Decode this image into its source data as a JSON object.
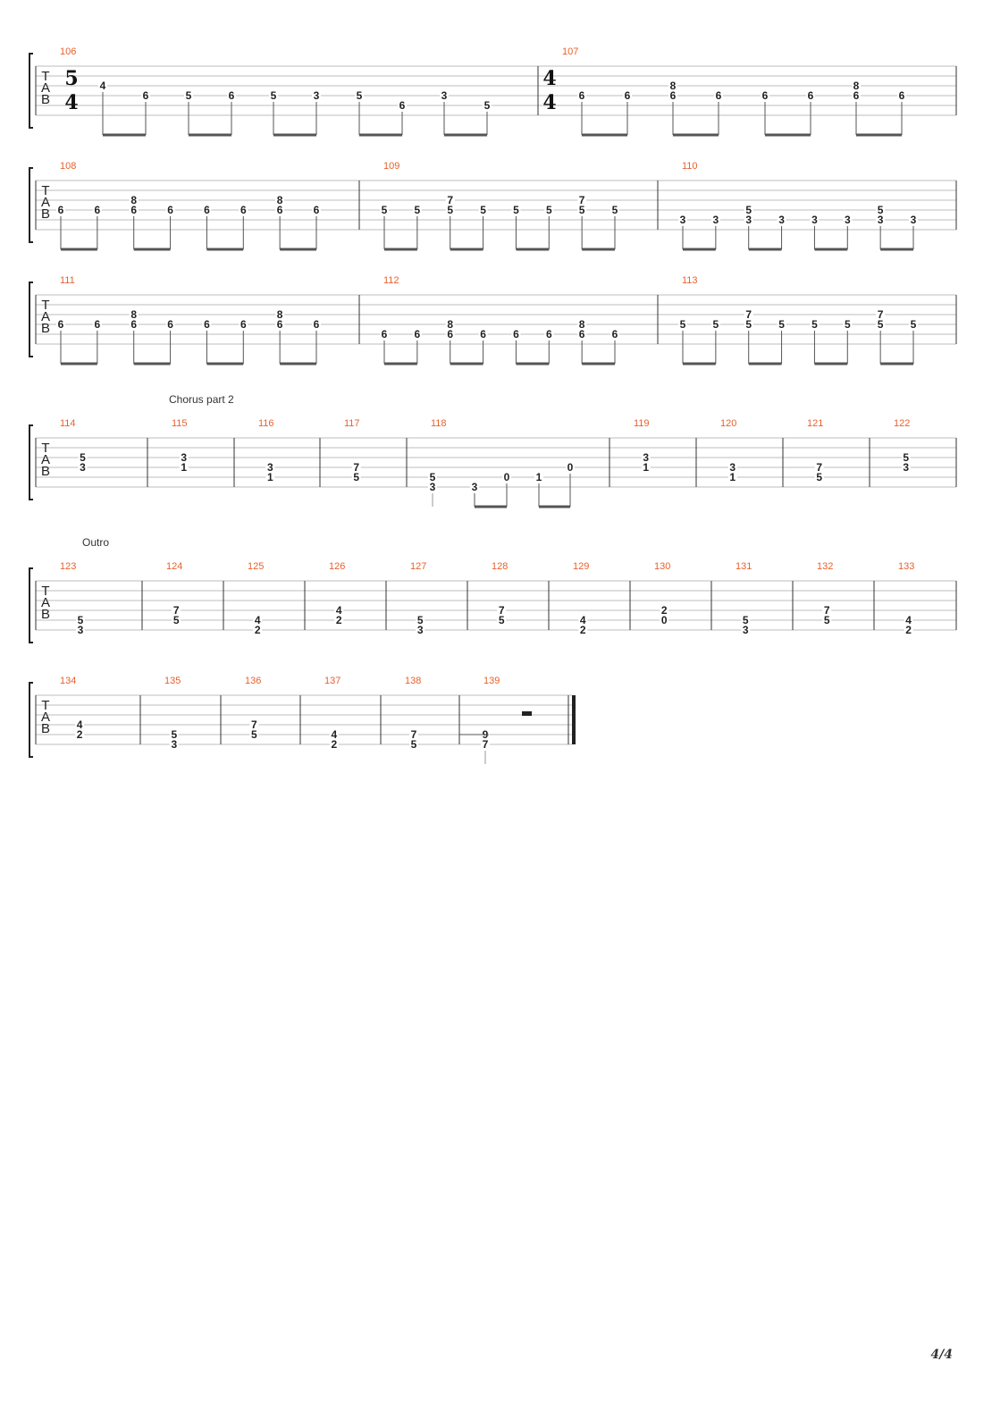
{
  "page": {
    "number": "4/4"
  },
  "colors": {
    "measure_number": "#e8602c",
    "staff_line": "#bdbdbd",
    "text": "#222222"
  },
  "tab_clef": [
    "T",
    "A",
    "B"
  ],
  "systems": [
    {
      "section": "",
      "measures": [
        {
          "number": "106",
          "time_signature": [
            "5",
            "4"
          ],
          "notes": [
            [
              [
                3,
                "4"
              ]
            ],
            [
              [
                4,
                "6"
              ]
            ],
            [
              [
                4,
                "5"
              ]
            ],
            [
              [
                4,
                "6"
              ]
            ],
            [
              [
                4,
                "5"
              ]
            ],
            [
              [
                4,
                "3"
              ]
            ],
            [
              [
                4,
                "5"
              ]
            ],
            [
              [
                5,
                "6"
              ]
            ],
            [
              [
                4,
                "3"
              ]
            ],
            [
              [
                5,
                "5"
              ]
            ]
          ],
          "beams": [
            [
              0,
              1
            ],
            [
              2,
              3
            ],
            [
              4,
              5
            ],
            [
              6,
              7
            ],
            [
              8,
              9
            ]
          ]
        },
        {
          "number": "107",
          "time_signature": [
            "4",
            "4"
          ],
          "notes": [
            [
              [
                4,
                "6"
              ]
            ],
            [
              [
                4,
                "6"
              ]
            ],
            [
              [
                3,
                "8"
              ],
              [
                4,
                "6"
              ]
            ],
            [
              [
                4,
                "6"
              ]
            ],
            [
              [
                4,
                "6"
              ]
            ],
            [
              [
                4,
                "6"
              ]
            ],
            [
              [
                3,
                "8"
              ],
              [
                4,
                "6"
              ]
            ],
            [
              [
                4,
                "6"
              ]
            ]
          ],
          "beams": [
            [
              0,
              1
            ],
            [
              2,
              3
            ],
            [
              4,
              5
            ],
            [
              6,
              7
            ]
          ]
        }
      ]
    },
    {
      "section": "",
      "measures": [
        {
          "number": "108",
          "notes": [
            [
              [
                4,
                "6"
              ]
            ],
            [
              [
                4,
                "6"
              ]
            ],
            [
              [
                3,
                "8"
              ],
              [
                4,
                "6"
              ]
            ],
            [
              [
                4,
                "6"
              ]
            ],
            [
              [
                4,
                "6"
              ]
            ],
            [
              [
                4,
                "6"
              ]
            ],
            [
              [
                3,
                "8"
              ],
              [
                4,
                "6"
              ]
            ],
            [
              [
                4,
                "6"
              ]
            ]
          ],
          "beams": [
            [
              0,
              1
            ],
            [
              2,
              3
            ],
            [
              4,
              5
            ],
            [
              6,
              7
            ]
          ]
        },
        {
          "number": "109",
          "notes": [
            [
              [
                4,
                "5"
              ]
            ],
            [
              [
                4,
                "5"
              ]
            ],
            [
              [
                3,
                "7"
              ],
              [
                4,
                "5"
              ]
            ],
            [
              [
                4,
                "5"
              ]
            ],
            [
              [
                4,
                "5"
              ]
            ],
            [
              [
                4,
                "5"
              ]
            ],
            [
              [
                3,
                "7"
              ],
              [
                4,
                "5"
              ]
            ],
            [
              [
                4,
                "5"
              ]
            ]
          ],
          "beams": [
            [
              0,
              1
            ],
            [
              2,
              3
            ],
            [
              4,
              5
            ],
            [
              6,
              7
            ]
          ]
        },
        {
          "number": "110",
          "notes": [
            [
              [
                5,
                "3"
              ]
            ],
            [
              [
                5,
                "3"
              ]
            ],
            [
              [
                4,
                "5"
              ],
              [
                5,
                "3"
              ]
            ],
            [
              [
                5,
                "3"
              ]
            ],
            [
              [
                5,
                "3"
              ]
            ],
            [
              [
                5,
                "3"
              ]
            ],
            [
              [
                4,
                "5"
              ],
              [
                5,
                "3"
              ]
            ],
            [
              [
                5,
                "3"
              ]
            ]
          ],
          "beams": [
            [
              0,
              1
            ],
            [
              2,
              3
            ],
            [
              4,
              5
            ],
            [
              6,
              7
            ]
          ]
        }
      ]
    },
    {
      "section": "",
      "measures": [
        {
          "number": "111",
          "notes": [
            [
              [
                4,
                "6"
              ]
            ],
            [
              [
                4,
                "6"
              ]
            ],
            [
              [
                3,
                "8"
              ],
              [
                4,
                "6"
              ]
            ],
            [
              [
                4,
                "6"
              ]
            ],
            [
              [
                4,
                "6"
              ]
            ],
            [
              [
                4,
                "6"
              ]
            ],
            [
              [
                3,
                "8"
              ],
              [
                4,
                "6"
              ]
            ],
            [
              [
                4,
                "6"
              ]
            ]
          ],
          "beams": [
            [
              0,
              1
            ],
            [
              2,
              3
            ],
            [
              4,
              5
            ],
            [
              6,
              7
            ]
          ]
        },
        {
          "number": "112",
          "notes": [
            [
              [
                5,
                "6"
              ]
            ],
            [
              [
                5,
                "6"
              ]
            ],
            [
              [
                4,
                "8"
              ],
              [
                5,
                "6"
              ]
            ],
            [
              [
                5,
                "6"
              ]
            ],
            [
              [
                5,
                "6"
              ]
            ],
            [
              [
                5,
                "6"
              ]
            ],
            [
              [
                4,
                "8"
              ],
              [
                5,
                "6"
              ]
            ],
            [
              [
                5,
                "6"
              ]
            ]
          ],
          "beams": [
            [
              0,
              1
            ],
            [
              2,
              3
            ],
            [
              4,
              5
            ],
            [
              6,
              7
            ]
          ]
        },
        {
          "number": "113",
          "notes": [
            [
              [
                4,
                "5"
              ]
            ],
            [
              [
                4,
                "5"
              ]
            ],
            [
              [
                3,
                "7"
              ],
              [
                4,
                "5"
              ]
            ],
            [
              [
                4,
                "5"
              ]
            ],
            [
              [
                4,
                "5"
              ]
            ],
            [
              [
                4,
                "5"
              ]
            ],
            [
              [
                3,
                "7"
              ],
              [
                4,
                "5"
              ]
            ],
            [
              [
                4,
                "5"
              ]
            ]
          ],
          "beams": [
            [
              0,
              1
            ],
            [
              2,
              3
            ],
            [
              4,
              5
            ],
            [
              6,
              7
            ]
          ]
        }
      ]
    },
    {
      "section": "Chorus part 2",
      "measures": [
        {
          "number": "114",
          "notes": [
            [
              [
                3,
                "5"
              ],
              [
                4,
                "3"
              ]
            ]
          ],
          "beams": []
        },
        {
          "number": "115",
          "notes": [
            [
              [
                3,
                "3"
              ],
              [
                4,
                "1"
              ]
            ]
          ],
          "beams": []
        },
        {
          "number": "116",
          "notes": [
            [
              [
                4,
                "3"
              ],
              [
                5,
                "1"
              ]
            ]
          ],
          "beams": []
        },
        {
          "number": "117",
          "notes": [
            [
              [
                4,
                "7"
              ],
              [
                5,
                "5"
              ]
            ]
          ],
          "beams": []
        },
        {
          "number": "118",
          "notes": [
            [
              [
                5,
                "5"
              ],
              [
                6,
                "3"
              ]
            ],
            [
              [
                6,
                "3"
              ]
            ],
            [
              [
                5,
                "0"
              ]
            ],
            [
              [
                5,
                "1"
              ]
            ],
            [
              [
                4,
                "0"
              ]
            ]
          ],
          "beams": [
            [
              1,
              2
            ],
            [
              3,
              4
            ]
          ],
          "stems": [
            0
          ]
        },
        {
          "number": "119",
          "notes": [
            [
              [
                3,
                "3"
              ],
              [
                4,
                "1"
              ]
            ]
          ],
          "beams": []
        },
        {
          "number": "120",
          "notes": [
            [
              [
                4,
                "3"
              ],
              [
                5,
                "1"
              ]
            ]
          ],
          "beams": []
        },
        {
          "number": "121",
          "notes": [
            [
              [
                4,
                "7"
              ],
              [
                5,
                "5"
              ]
            ]
          ],
          "beams": []
        },
        {
          "number": "122",
          "notes": [
            [
              [
                3,
                "5"
              ],
              [
                4,
                "3"
              ]
            ]
          ],
          "beams": []
        }
      ]
    },
    {
      "section": "Outro",
      "measures": [
        {
          "number": "123",
          "notes": [
            [
              [
                5,
                "5"
              ],
              [
                6,
                "3"
              ]
            ]
          ],
          "beams": []
        },
        {
          "number": "124",
          "notes": [
            [
              [
                4,
                "7"
              ],
              [
                5,
                "5"
              ]
            ]
          ],
          "beams": []
        },
        {
          "number": "125",
          "notes": [
            [
              [
                5,
                "4"
              ],
              [
                6,
                "2"
              ]
            ]
          ],
          "beams": []
        },
        {
          "number": "126",
          "notes": [
            [
              [
                4,
                "4"
              ],
              [
                5,
                "2"
              ]
            ]
          ],
          "beams": []
        },
        {
          "number": "127",
          "notes": [
            [
              [
                5,
                "5"
              ],
              [
                6,
                "3"
              ]
            ]
          ],
          "beams": []
        },
        {
          "number": "128",
          "notes": [
            [
              [
                4,
                "7"
              ],
              [
                5,
                "5"
              ]
            ]
          ],
          "beams": []
        },
        {
          "number": "129",
          "notes": [
            [
              [
                5,
                "4"
              ],
              [
                6,
                "2"
              ]
            ]
          ],
          "beams": []
        },
        {
          "number": "130",
          "notes": [
            [
              [
                4,
                "2"
              ],
              [
                5,
                "0"
              ]
            ]
          ],
          "beams": []
        },
        {
          "number": "131",
          "notes": [
            [
              [
                5,
                "5"
              ],
              [
                6,
                "3"
              ]
            ]
          ],
          "beams": []
        },
        {
          "number": "132",
          "notes": [
            [
              [
                4,
                "7"
              ],
              [
                5,
                "5"
              ]
            ]
          ],
          "beams": []
        },
        {
          "number": "133",
          "notes": [
            [
              [
                5,
                "4"
              ],
              [
                6,
                "2"
              ]
            ]
          ],
          "beams": []
        }
      ]
    },
    {
      "section": "",
      "measures": [
        {
          "number": "134",
          "notes": [
            [
              [
                4,
                "4"
              ],
              [
                5,
                "2"
              ]
            ]
          ],
          "beams": []
        },
        {
          "number": "135",
          "notes": [
            [
              [
                5,
                "5"
              ],
              [
                6,
                "3"
              ]
            ]
          ],
          "beams": []
        },
        {
          "number": "136",
          "notes": [
            [
              [
                4,
                "7"
              ],
              [
                5,
                "5"
              ]
            ]
          ],
          "beams": []
        },
        {
          "number": "137",
          "notes": [
            [
              [
                5,
                "4"
              ],
              [
                6,
                "2"
              ]
            ]
          ],
          "beams": []
        },
        {
          "number": "138",
          "notes": [
            [
              [
                5,
                "7"
              ],
              [
                6,
                "5"
              ]
            ]
          ],
          "beams": []
        },
        {
          "number": "139",
          "notes": [
            [
              [
                5,
                "9"
              ],
              [
                6,
                "7"
              ]
            ]
          ],
          "beams": [],
          "stems": [
            0
          ],
          "rest": "half",
          "final_barline": true
        }
      ]
    }
  ]
}
